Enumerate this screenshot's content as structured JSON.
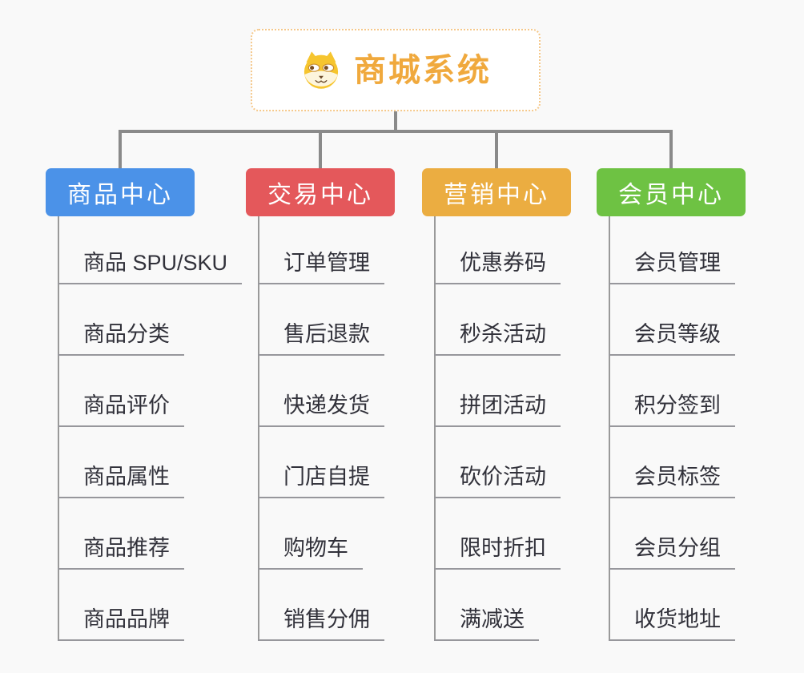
{
  "root": {
    "title": "商城系统",
    "icon": "dog-icon"
  },
  "branches": [
    {
      "label": "商品中心",
      "color": "#4b92e8",
      "items": [
        "商品 SPU/SKU",
        "商品分类",
        "商品评价",
        "商品属性",
        "商品推荐",
        "商品品牌"
      ]
    },
    {
      "label": "交易中心",
      "color": "#e4585b",
      "items": [
        "订单管理",
        "售后退款",
        "快递发货",
        "门店自提",
        "购物车",
        "销售分佣"
      ]
    },
    {
      "label": "营销中心",
      "color": "#ebad41",
      "items": [
        "优惠券码",
        "秒杀活动",
        "拼团活动",
        "砍价活动",
        "限时折扣",
        "满减送"
      ]
    },
    {
      "label": "会员中心",
      "color": "#6ec243",
      "items": [
        "会员管理",
        "会员等级",
        "积分签到",
        "会员标签",
        "会员分组",
        "收货地址"
      ]
    }
  ],
  "colors": {
    "background": "#f9f9f9",
    "connector": "#8a8a8a",
    "leaf_line": "#97979c",
    "leaf_text": "#31313a",
    "root_text": "#f0a93d",
    "root_border": "#f5c88a"
  }
}
